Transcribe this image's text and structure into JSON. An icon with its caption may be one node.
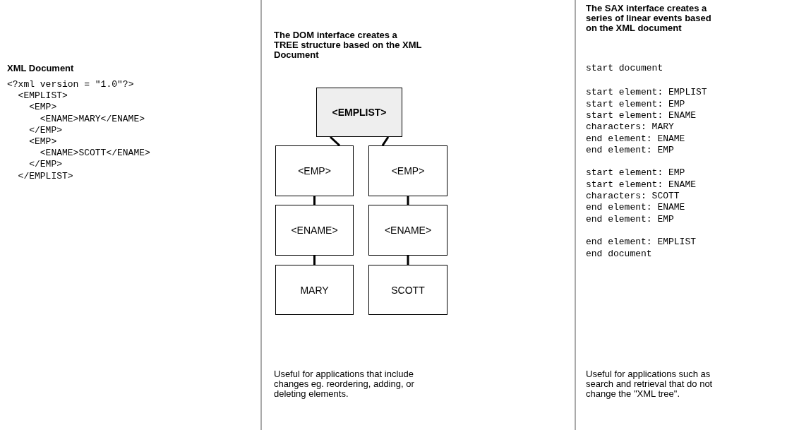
{
  "diagram": {
    "nodes": [
      {
        "text": [
          "<EMPLIST>"
        ]
      },
      {
        "text": [
          "<EMP>"
        ]
      },
      {
        "text": [
          "<EMP>"
        ]
      },
      {
        "text": [
          "<ENAME>"
        ]
      },
      {
        "text": [
          "<ENAME>"
        ]
      },
      {
        "text": [
          "MARY"
        ]
      },
      {
        "text": [
          "SCOTT"
        ]
      }
    ],
    "edges": [
      {
        "from": 0,
        "to": 1,
        "arrow": "none"
      },
      {
        "from": 0,
        "to": 2,
        "arrow": "none"
      },
      {
        "from": 1,
        "to": 3,
        "arrow": "none"
      },
      {
        "from": 2,
        "to": 4,
        "arrow": "none"
      },
      {
        "from": 3,
        "to": 5,
        "arrow": "none"
      },
      {
        "from": 4,
        "to": 6,
        "arrow": "none"
      }
    ],
    "labels": [
      "XML Document",
      "<?xml version = \"1.0\"?>",
      "<EMPLIST>",
      "<EMP>",
      "<ENAME>MARY</ENAME>",
      "</EMP>",
      "<EMP>",
      "<ENAME>SCOTT</ENAME>",
      "</EMP>",
      "</EMPLIST>",
      "The DOM interface creates a TREE structure based on the XML Document",
      "Useful for applications that include changes eg. reordering, adding, or deleting elements.",
      "The SAX interface creates a series of linear events based on the XML document",
      "start document",
      "start element: EMPLIST",
      "start element: EMP",
      "start element: ENAME",
      "characters: MARY",
      "end element: ENAME",
      "end element: EMP",
      "start element: EMP",
      "start element: ENAME",
      "characters: SCOTT",
      "end element: ENAME",
      "end element: EMP",
      "end element: EMPLIST",
      "end document",
      "Useful for applications such as search and retrieval that do not change the \"XML tree\"."
    ]
  }
}
